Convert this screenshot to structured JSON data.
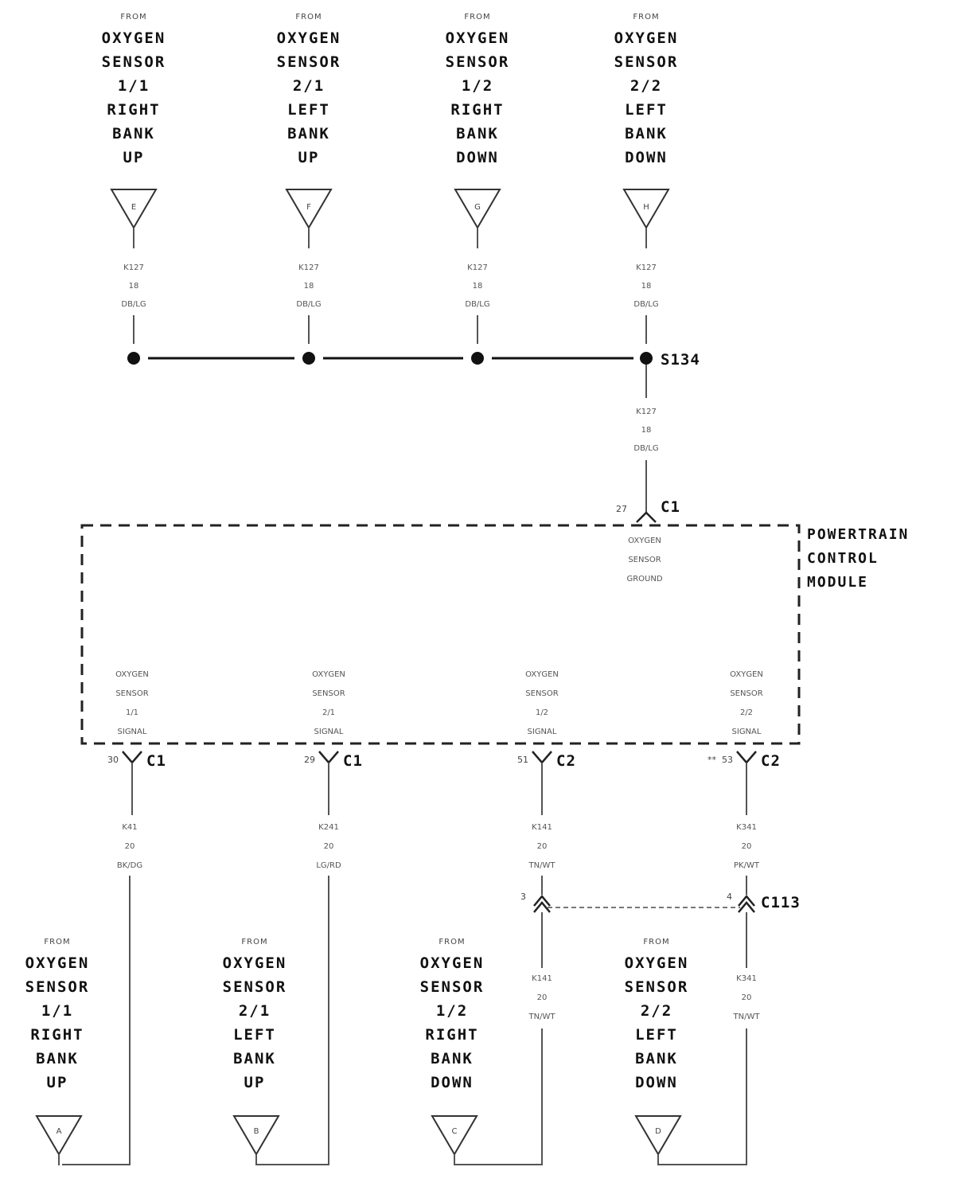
{
  "top_sources": [
    {
      "from": "FROM",
      "lines": [
        "OXYGEN",
        "SENSOR",
        "1/1",
        "RIGHT",
        "BANK",
        "UP"
      ],
      "connector_letter": "E",
      "wire": [
        "K127",
        "18",
        "DB/LG"
      ]
    },
    {
      "from": "FROM",
      "lines": [
        "OXYGEN",
        "SENSOR",
        "2/1",
        "LEFT",
        "BANK",
        "UP"
      ],
      "connector_letter": "F",
      "wire": [
        "K127",
        "18",
        "DB/LG"
      ]
    },
    {
      "from": "FROM",
      "lines": [
        "OXYGEN",
        "SENSOR",
        "1/2",
        "RIGHT",
        "BANK",
        "DOWN"
      ],
      "connector_letter": "G",
      "wire": [
        "K127",
        "18",
        "DB/LG"
      ]
    },
    {
      "from": "FROM",
      "lines": [
        "OXYGEN",
        "SENSOR",
        "2/2",
        "LEFT",
        "BANK",
        "DOWN"
      ],
      "connector_letter": "H",
      "wire": [
        "K127",
        "18",
        "DB/LG"
      ]
    }
  ],
  "splice": {
    "label": "S134"
  },
  "ground_wire": [
    "K127",
    "18",
    "DB/LG"
  ],
  "ground_pin": {
    "pin": "27",
    "connector": "C1"
  },
  "pcm": {
    "label": [
      "POWERTRAIN",
      "CONTROL",
      "MODULE"
    ],
    "ground_desc": [
      "OXYGEN",
      "SENSOR",
      "GROUND"
    ],
    "signals": [
      {
        "desc": [
          "OXYGEN",
          "SENSOR",
          "1/1",
          "SIGNAL"
        ],
        "pin": "30",
        "connector": "C1",
        "wire": [
          "K41",
          "20",
          "BK/DG"
        ]
      },
      {
        "desc": [
          "OXYGEN",
          "SENSOR",
          "2/1",
          "SIGNAL"
        ],
        "pin": "29",
        "connector": "C1",
        "wire": [
          "K241",
          "20",
          "LG/RD"
        ]
      },
      {
        "desc": [
          "OXYGEN",
          "SENSOR",
          "1/2",
          "SIGNAL"
        ],
        "pin": "51",
        "connector": "C2",
        "wire": [
          "K141",
          "20",
          "TN/WT"
        ]
      },
      {
        "desc": [
          "OXYGEN",
          "SENSOR",
          "2/2",
          "SIGNAL"
        ],
        "pin": "53",
        "connector": "C2",
        "wire": [
          "K341",
          "20",
          "PK/WT"
        ],
        "marker": "**"
      }
    ]
  },
  "c113": {
    "label": "C113",
    "pins": [
      "3",
      "4"
    ],
    "wires_below": [
      [
        "K141",
        "20",
        "TN/WT"
      ],
      [
        "K341",
        "20",
        "TN/WT"
      ]
    ]
  },
  "bottom_sources": [
    {
      "from": "FROM",
      "lines": [
        "OXYGEN",
        "SENSOR",
        "1/1",
        "RIGHT",
        "BANK",
        "UP"
      ],
      "connector_letter": "A"
    },
    {
      "from": "FROM",
      "lines": [
        "OXYGEN",
        "SENSOR",
        "2/1",
        "LEFT",
        "BANK",
        "UP"
      ],
      "connector_letter": "B"
    },
    {
      "from": "FROM",
      "lines": [
        "OXYGEN",
        "SENSOR",
        "1/2",
        "RIGHT",
        "BANK",
        "DOWN"
      ],
      "connector_letter": "C"
    },
    {
      "from": "FROM",
      "lines": [
        "OXYGEN",
        "SENSOR",
        "2/2",
        "LEFT",
        "BANK",
        "DOWN"
      ],
      "connector_letter": "D"
    }
  ]
}
